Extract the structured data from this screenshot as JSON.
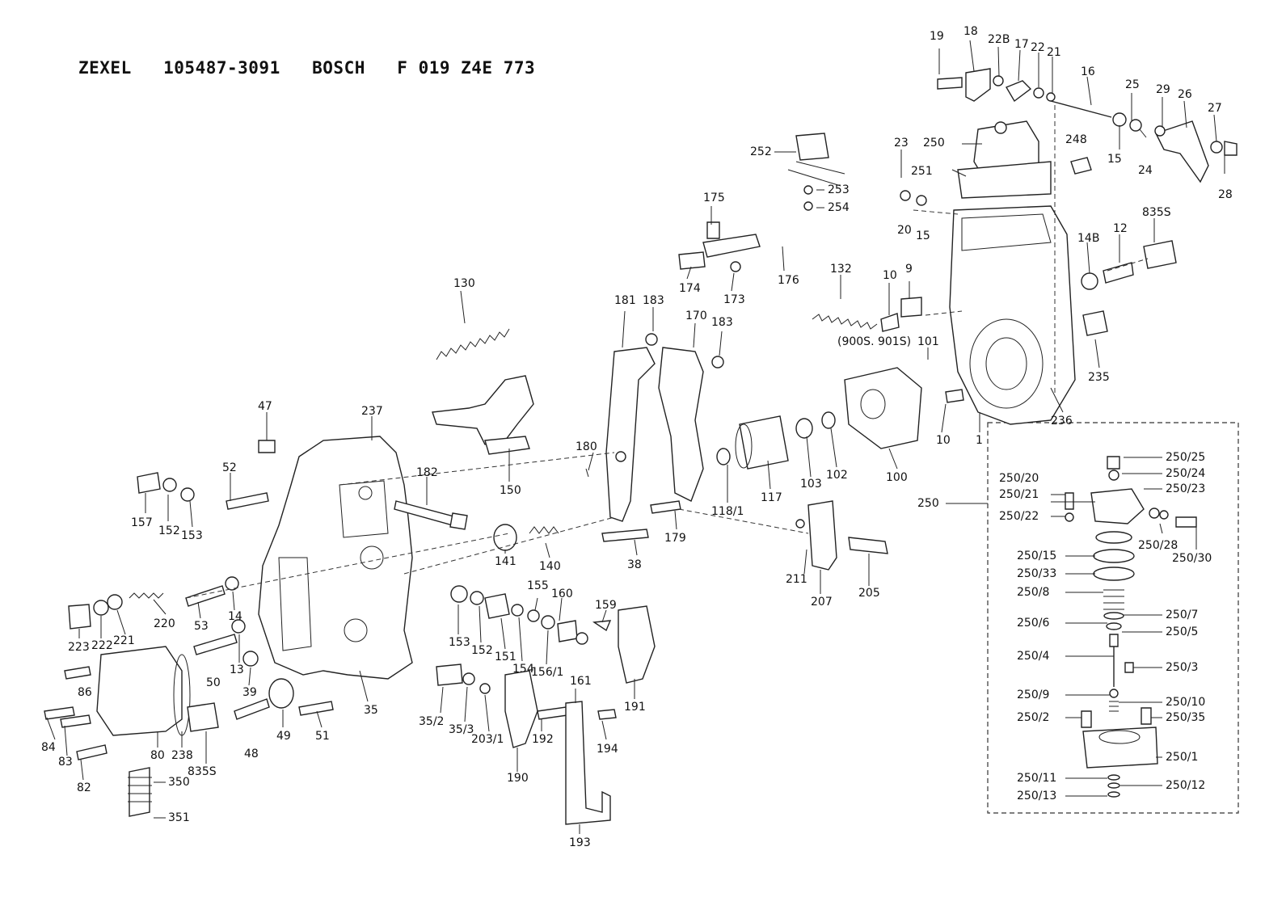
{
  "title": "ZEXEL   105487-3091   BOSCH   F 019 Z4E 773",
  "callouts": {
    "c19": "19",
    "c18": "18",
    "c22B": "22B",
    "c17": "17",
    "c22": "22",
    "c21": "21",
    "c16": "16",
    "c25": "25",
    "c29": "29",
    "c26": "26",
    "c27": "27",
    "c28": "28",
    "c15a": "15",
    "c24": "24",
    "c248": "248",
    "c250": "250",
    "c251": "251",
    "c252": "252",
    "c253": "253",
    "c254": "254",
    "c23": "23",
    "c20": "20",
    "c15b": "15",
    "c14B": "14B",
    "c12": "12",
    "c835Sa": "835S",
    "c175": "175",
    "c176": "176",
    "c174": "174",
    "c173": "173",
    "c132": "132",
    "c10a": "10",
    "c9": "9",
    "c900S": "(900S. 901S)",
    "c101": "101",
    "c235": "235",
    "c236": "236",
    "c10b": "10",
    "c1": "1",
    "c130": "130",
    "c181": "181",
    "c183a": "183",
    "c170": "170",
    "c183b": "183",
    "c150": "150",
    "c47": "47",
    "c237": "237",
    "c182": "182",
    "c180": "180",
    "c117": "117",
    "c118_1": "118/1",
    "c103": "103",
    "c102": "102",
    "c100": "100",
    "c52": "52",
    "c157": "157",
    "c152a": "152",
    "c153a": "153",
    "c141": "141",
    "c140": "140",
    "c38": "38",
    "c179": "179",
    "c211": "211",
    "c207": "207",
    "c205": "205",
    "c223": "223",
    "c222": "222",
    "c221": "221",
    "c220": "220",
    "c53": "53",
    "c14": "14",
    "c86": "86",
    "c50": "50",
    "c13": "13",
    "c39": "39",
    "c35": "35",
    "c84": "84",
    "c83": "83",
    "c80": "80",
    "c238": "238",
    "c82": "82",
    "c350": "350",
    "c351": "351",
    "c835Sb": "835S",
    "c48": "48",
    "c49": "49",
    "c51": "51",
    "c153b": "153",
    "c152b": "152",
    "c151": "151",
    "c154": "154",
    "c155": "155",
    "c156_1": "156/1",
    "c160": "160",
    "c159": "159",
    "c191": "191",
    "c35_2": "35/2",
    "c35_3": "35/3",
    "c203_1": "203/1",
    "c192": "192",
    "c161": "161",
    "c194": "194",
    "c190": "190",
    "c193": "193"
  },
  "detail": {
    "main": "250",
    "items": {
      "d25": "250/25",
      "d24": "250/24",
      "d20": "250/20",
      "d23": "250/23",
      "d21": "250/21",
      "d22": "250/22",
      "d28": "250/28",
      "d30": "250/30",
      "d15": "250/15",
      "d33": "250/33",
      "d8": "250/8",
      "d7": "250/7",
      "d6": "250/6",
      "d5": "250/5",
      "d4": "250/4",
      "d3": "250/3",
      "d9": "250/9",
      "d10": "250/10",
      "d2": "250/2",
      "d35": "250/35",
      "d1": "250/1",
      "d11": "250/11",
      "d12": "250/12",
      "d13": "250/13"
    }
  }
}
